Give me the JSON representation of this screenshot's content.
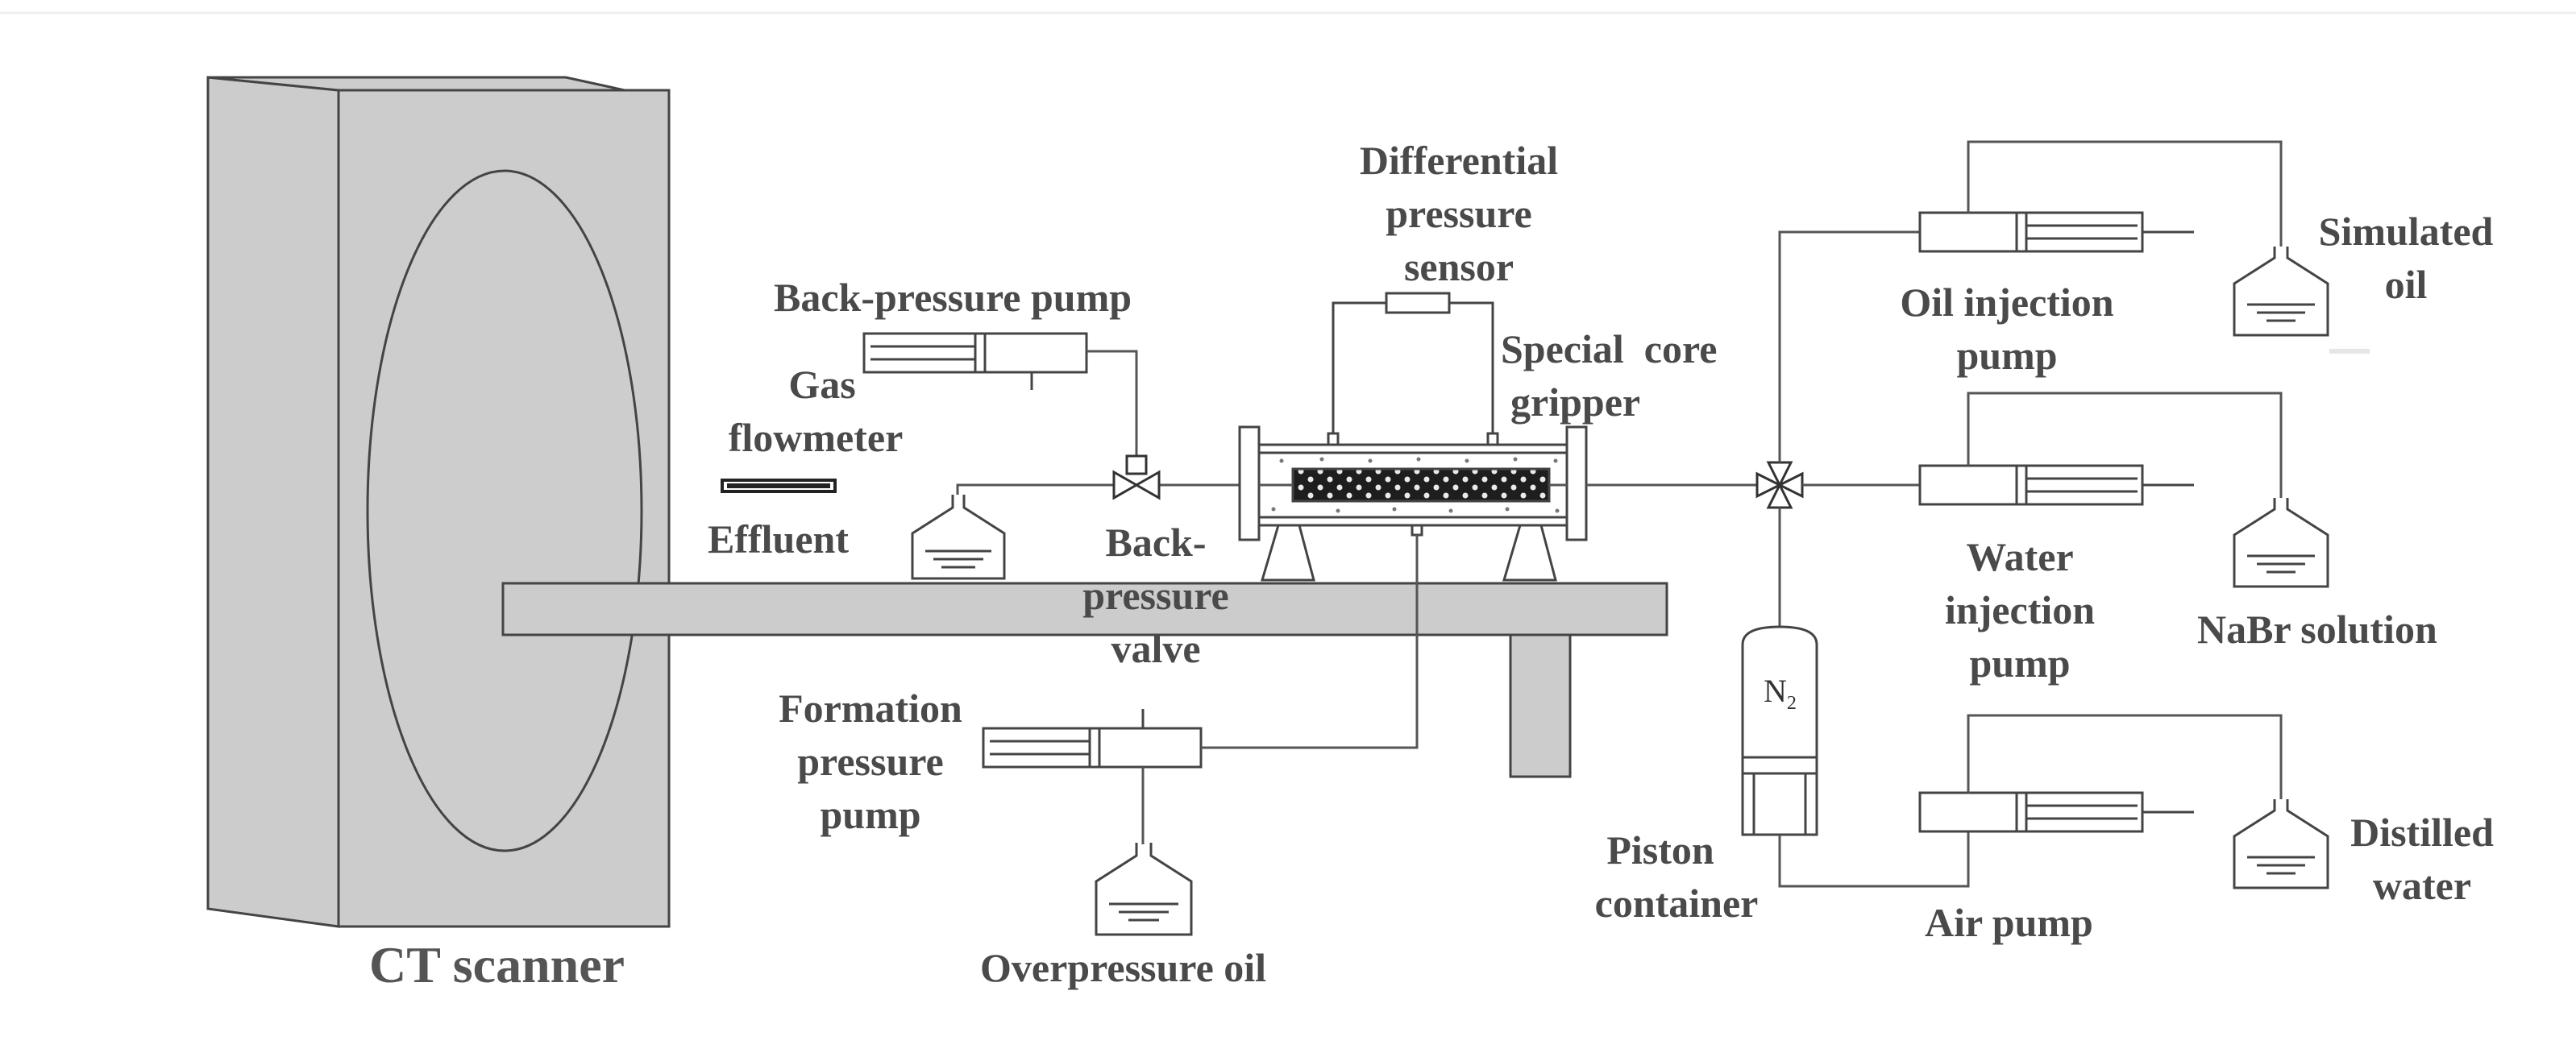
{
  "labels": {
    "ct_scanner": "CT scanner",
    "gas_flowmeter": [
      "Gas",
      "flowmeter"
    ],
    "effluent": "Effluent",
    "back_pressure_pump": "Back-pressure pump",
    "back_pressure_valve": [
      "Back-",
      "pressure",
      "valve"
    ],
    "differential_pressure_sensor": [
      "Differential",
      "pressure",
      "sensor"
    ],
    "special_core_gripper": [
      "Special  core",
      "gripper"
    ],
    "formation_pressure_pump": [
      "Formation",
      "pressure",
      "pump"
    ],
    "overpressure_oil": "Overpressure oil",
    "oil_injection_pump": [
      "Oil injection",
      "pump"
    ],
    "simulated_oil": [
      "Simulated",
      "oil"
    ],
    "water_injection_pump": [
      "Water",
      "injection",
      "pump"
    ],
    "nabr_solution": "NaBr solution",
    "piston_container": [
      "Piston",
      "container"
    ],
    "air_pump": "Air pump",
    "distilled_water": [
      "Distilled",
      "water"
    ],
    "n2_main": "N",
    "n2_sub": "2"
  },
  "colors": {
    "line": "#555555",
    "fill_gray": "#cccccc",
    "text": "#4a4a4a"
  }
}
